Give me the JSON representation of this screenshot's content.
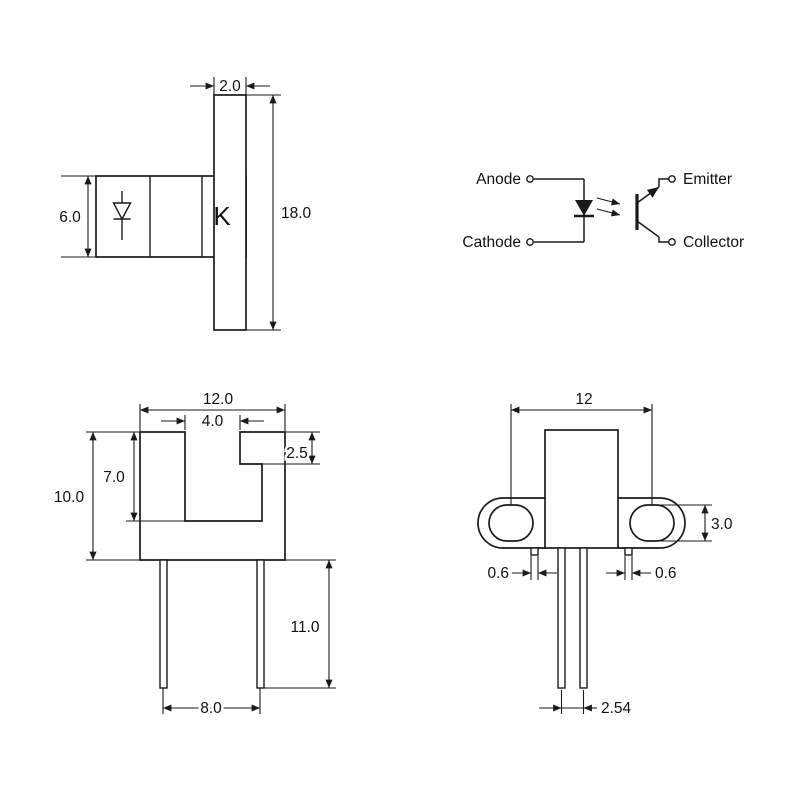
{
  "diagram": {
    "kind": "photo-interrupter dimensional drawing",
    "line_color": "#1a1a1a",
    "background": "#ffffff"
  },
  "side_view": {
    "k_label": "K",
    "dim_tab_width": "2.0",
    "dim_body_height": "6.0",
    "dim_total_height": "18.0"
  },
  "schematic": {
    "anode": "Anode",
    "cathode": "Cathode",
    "emitter": "Emitter",
    "collector": "Collector"
  },
  "front_view": {
    "dim_width": "12.0",
    "dim_slot_width": "4.0",
    "dim_step": "2.5",
    "dim_slot_depth": "7.0",
    "dim_height": "10.0",
    "dim_lead_length": "11.0",
    "dim_lead_spacing": "8.0"
  },
  "mount_view": {
    "dim_hole_pitch": "12",
    "dim_hole_size": "3.0",
    "dim_boss_left": "0.6",
    "dim_boss_right": "0.6",
    "dim_lead_pitch": "2.54"
  }
}
